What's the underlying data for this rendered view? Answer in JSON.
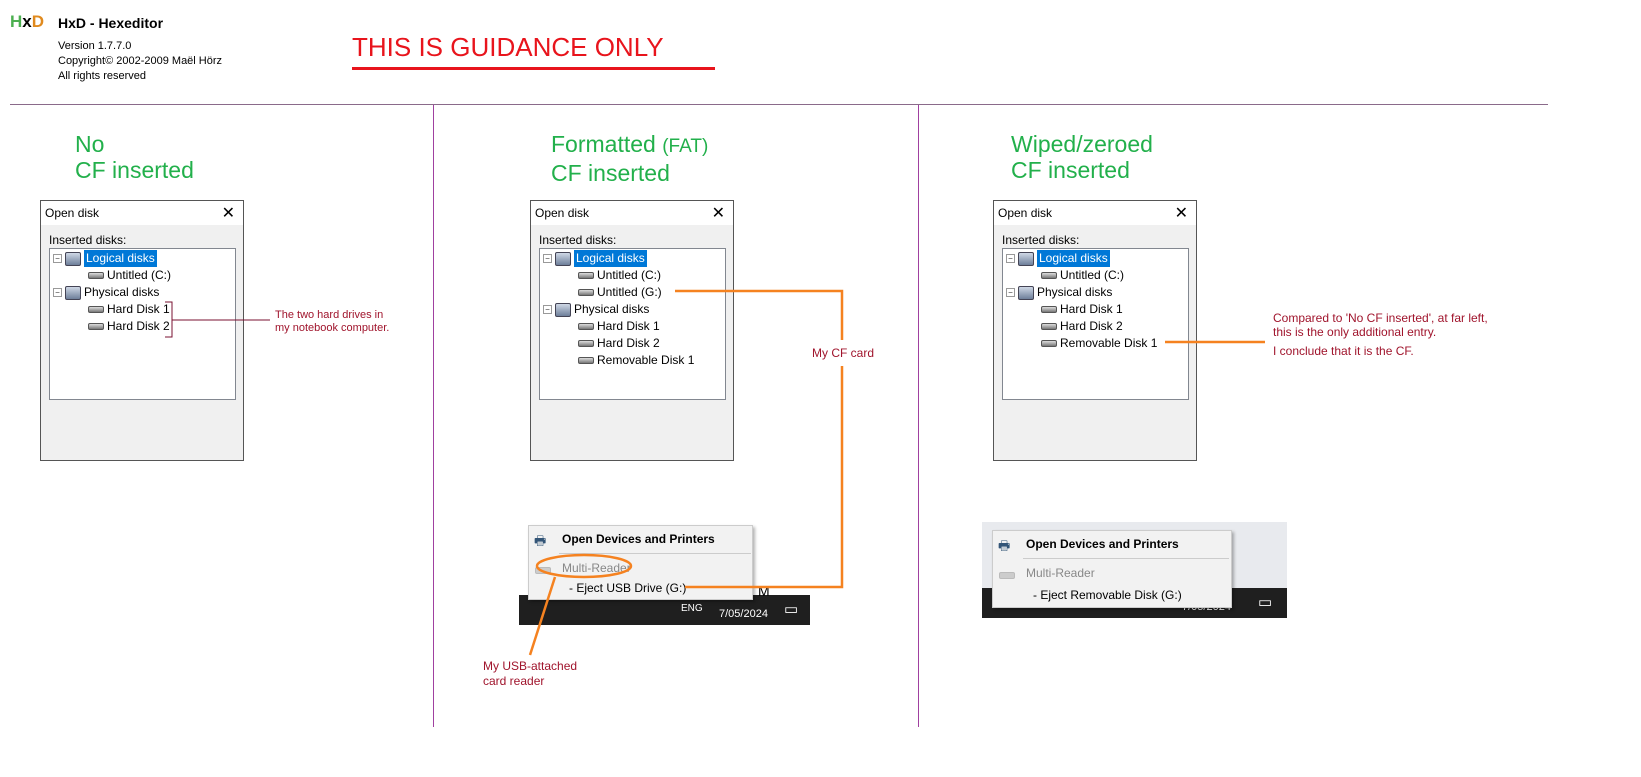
{
  "app": {
    "logo": "HxD",
    "title": "HxD - Hexeditor",
    "version": "Version 1.7.7.0",
    "copyright": "Copyright© 2002-2009  Maël Hörz",
    "rights": "All rights reserved"
  },
  "guidance": "THIS IS GUIDANCE ONLY",
  "panels": [
    {
      "heading": "No\nCF inserted"
    },
    {
      "heading_a": "Formatted ",
      "heading_b": "(FAT)",
      "heading_c": "CF inserted"
    },
    {
      "heading": "Wiped/zeroed\nCF inserted"
    }
  ],
  "dialog": {
    "title": "Open disk",
    "close": "✕",
    "label": "Inserted disks:",
    "logical": "Logical disks",
    "physical": "Physical disks",
    "c": "Untitled (C:)",
    "g": "Untitled (G:)",
    "hd1": "Hard Disk 1",
    "hd2": "Hard Disk 2",
    "rem": "Removable Disk 1"
  },
  "annotations": {
    "p1_line1": "The two hard drives in",
    "p1_line2": "my notebook computer.",
    "p2_cf": "My CF card",
    "p2_reader1": "My USB-attached",
    "p2_reader2": "card reader",
    "p3_line1": "Compared to 'No CF inserted', at far left,",
    "p3_line2": "this is the only additional entry.",
    "p3_line3": "I conclude that it is the CF."
  },
  "tray": {
    "open": "Open Devices and Printers",
    "reader": "Multi-Reader",
    "eject2": "-   Eject USB Drive (G:)",
    "eject3": "-   Eject Removable Disk (G:)",
    "lang": "ENG",
    "date": "7/05/2024",
    "clock_fragment": "M"
  },
  "colors": {
    "green": "#22b04b",
    "red": "#e8141c",
    "annotation": "#a0142c",
    "orange": "#f58220"
  }
}
